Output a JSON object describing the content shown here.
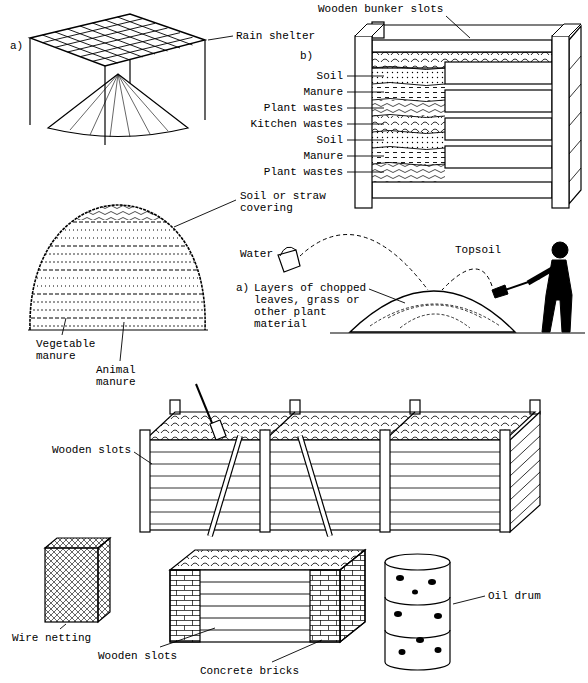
{
  "diagram": {
    "labels": [
      "a)",
      "Rain shelter",
      "Wooden bunker slots",
      "b)",
      "Soil",
      "Manure",
      "Plant wastes",
      "Kitchen wastes",
      "Soil",
      "Manure",
      "Plant wastes",
      "Soil or straw covering",
      "Water",
      "Topsoil",
      "a)",
      "Layers of chopped leaves, grass or other plant material",
      "Vegetable manure",
      "Animal manure",
      "Wooden slots",
      "Wire netting",
      "Wooden slots",
      "Concrete bricks",
      "Oil drum"
    ]
  }
}
